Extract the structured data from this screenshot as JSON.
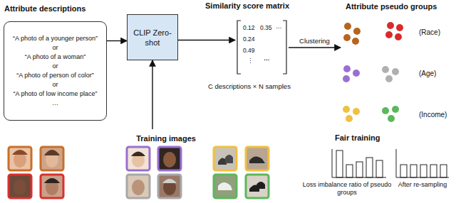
{
  "diagram": {
    "nodes": [
      {
        "text": [
          "Attribute descriptions",
          "“A photo of a younger person”",
          "or",
          "“A photo of a woman”",
          "or",
          "“A photo of person of color”",
          "or",
          "“A photo of low income place”",
          "…"
        ]
      },
      {
        "text": [
          "CLIP Zero-shot"
        ]
      },
      {
        "text": [
          "Training images"
        ]
      },
      {
        "text": [
          "Similarity score matrix",
          "0.12",
          "0.35",
          "…",
          "0.24",
          "0.49",
          "⋮",
          "…"
        ]
      },
      {
        "text": [
          "Attribute pseudo groups",
          "(Race)",
          "(Age)",
          "(Income)"
        ]
      }
    ],
    "edges": [
      {
        "from": 0,
        "to": 1,
        "arrow": "to"
      },
      {
        "from": 2,
        "to": 1,
        "arrow": "to"
      },
      {
        "from": 1,
        "to": 3,
        "arrow": "to"
      },
      {
        "from": 3,
        "to": 4,
        "label": "Clustering",
        "arrow": "to"
      }
    ],
    "labels": [
      "C descriptions × N samples",
      "Fair training",
      "Loss imbalance ratio of pseudo groups",
      "After re-sampling"
    ]
  }
}
